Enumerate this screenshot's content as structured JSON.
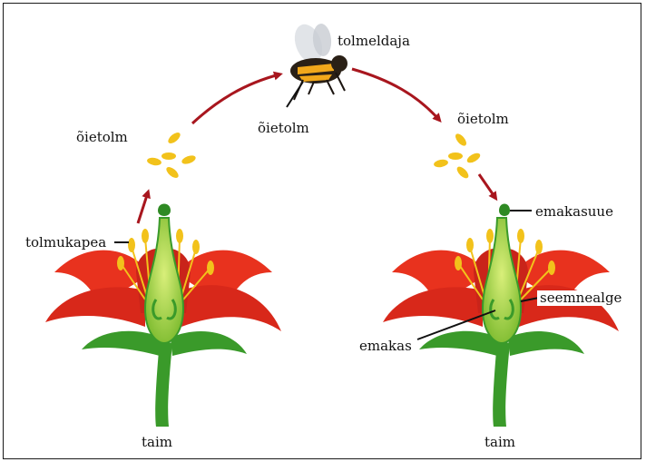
{
  "labels": {
    "pollinator": "tolmeldaja",
    "pollen_left": "õietolm",
    "pollen_middle": "õietolm",
    "pollen_right": "õietolm",
    "anther": "tolmukapea",
    "stigma": "emakasuue",
    "ovule": "seemnealge",
    "pistil": "emakas",
    "plant_left": "taim",
    "plant_right": "taim"
  },
  "colors": {
    "petal": "#e8321e",
    "petal_dark": "#b81c10",
    "green": "#3a9a2a",
    "green_light": "#8cc63f",
    "pollen": "#f2c21b",
    "arrow": "#a8161e"
  }
}
